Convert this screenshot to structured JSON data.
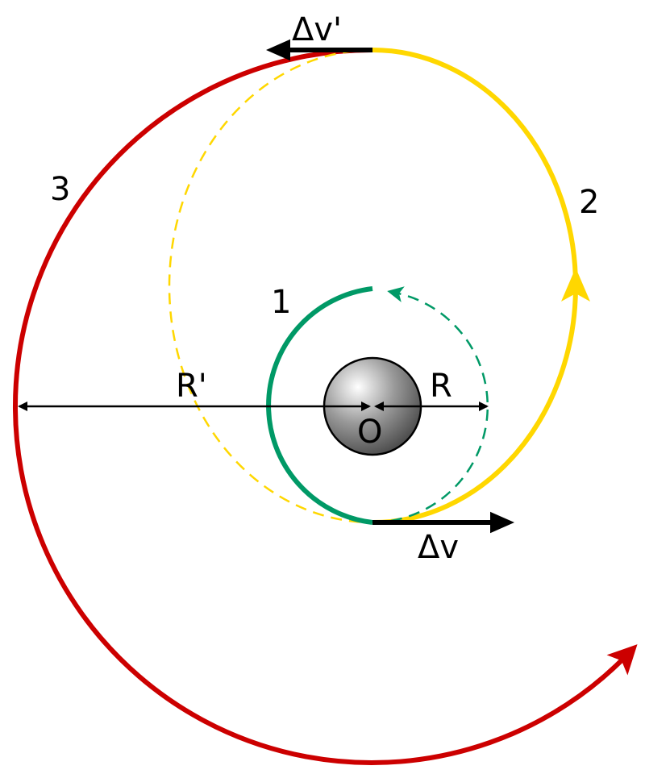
{
  "title": "Hohmann transfer orbit",
  "labels": {
    "orbit_1": "1",
    "orbit_2": "2",
    "orbit_3": "3",
    "radius_inner": "R",
    "radius_outer": "R'",
    "center": "O",
    "delta_v": "Δv",
    "delta_v_prime": "Δv'"
  },
  "colors": {
    "orbit_1": "#009966",
    "orbit_2": "#ffd700",
    "orbit_3": "#cc0000",
    "vector": "#000000"
  }
}
